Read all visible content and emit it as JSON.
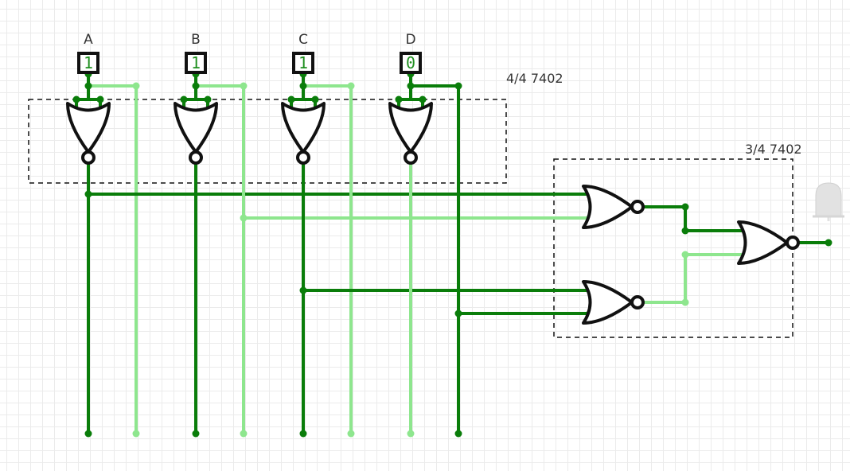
{
  "inputs": [
    {
      "label": "A",
      "value": "1"
    },
    {
      "label": "B",
      "value": "1"
    },
    {
      "label": "C",
      "value": "1"
    },
    {
      "label": "D",
      "value": "0"
    }
  ],
  "chips": {
    "first": "4/4 7402",
    "second": "3/4 7402"
  },
  "colors": {
    "wire_high": "#0a7d0a",
    "wire_low": "#8ee68e",
    "gate_stroke": "#111111",
    "chip_border": "#111111",
    "led_off": "#e2e2e2",
    "input_value": "#1f8f1f"
  },
  "icons": {
    "gate": "nor-gate-icon",
    "output": "led-icon"
  },
  "output": {
    "state": "off"
  }
}
